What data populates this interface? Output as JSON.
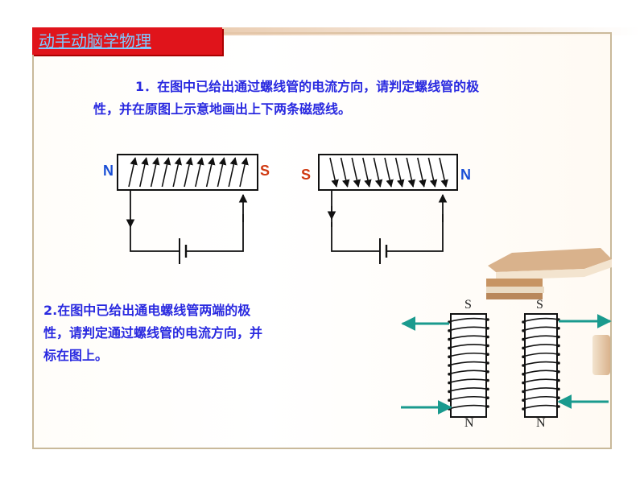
{
  "header": {
    "title": "动手动脑学物理"
  },
  "question1": {
    "line1": "1．在图中已给出通过螺线管的电流方向，请判定螺线管的极",
    "line2": "性，并在原图上示意地画出上下两条磁感线。"
  },
  "question2": {
    "line1": "2.在图中已给出通电螺线管两端的极",
    "line2": "性，请判定通过螺线管的电流方向，并",
    "line3": "标在图上。"
  },
  "diagram1": {
    "left_pole": "N",
    "right_pole": "S"
  },
  "diagram2": {
    "left_pole": "S",
    "right_pole": "N"
  },
  "diagram3": {
    "top_pole": "S",
    "bottom_pole": "N"
  },
  "diagram4": {
    "top_pole": "S",
    "bottom_pole": "N"
  },
  "colors": {
    "title_bg": "#e0141b",
    "title_text": "#7ec8ff",
    "question_text": "#2a2ae0",
    "pole_blue": "#1a4fd6",
    "pole_red": "#d03a12",
    "arrow_teal": "#1a9a8e",
    "frame_border": "#c9b99a"
  },
  "icons": [
    "book-stack-icon"
  ]
}
